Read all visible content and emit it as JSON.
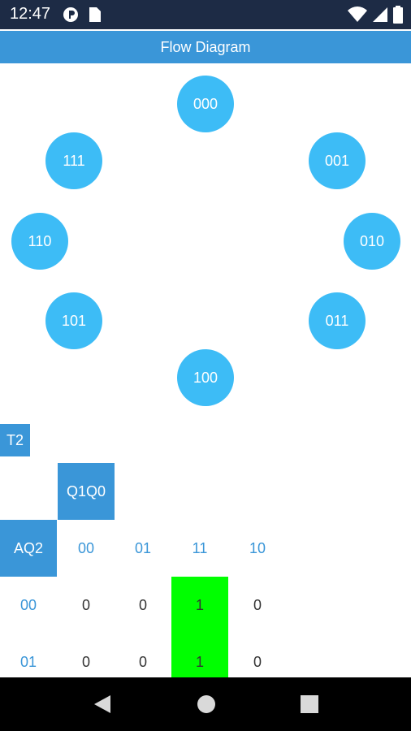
{
  "status_bar": {
    "time": "12:47",
    "icons": [
      "privacy-icon",
      "sim-card-icon",
      "wifi-icon",
      "signal-icon",
      "battery-icon"
    ]
  },
  "app_bar": {
    "title": "Flow Diagram"
  },
  "colors": {
    "app_bar": "#3a96d8",
    "node": "#3dbcf6",
    "highlight": "#00ff00",
    "status_bar": "#1d2b45"
  },
  "diagram": {
    "nodes": [
      "000",
      "001",
      "010",
      "011",
      "100",
      "101",
      "110",
      "111"
    ]
  },
  "kmap": {
    "output_label": "T2",
    "column_var_label": "Q1Q0",
    "row_var_label": "AQ2",
    "column_headers": [
      "00",
      "01",
      "11",
      "10"
    ],
    "rows": [
      {
        "label": "00",
        "values": [
          "0",
          "0",
          "1",
          "0"
        ]
      },
      {
        "label": "01",
        "values": [
          "0",
          "0",
          "1",
          "0"
        ]
      }
    ]
  },
  "nav_bar": {
    "buttons": [
      "back-icon",
      "home-icon",
      "recents-icon"
    ]
  }
}
